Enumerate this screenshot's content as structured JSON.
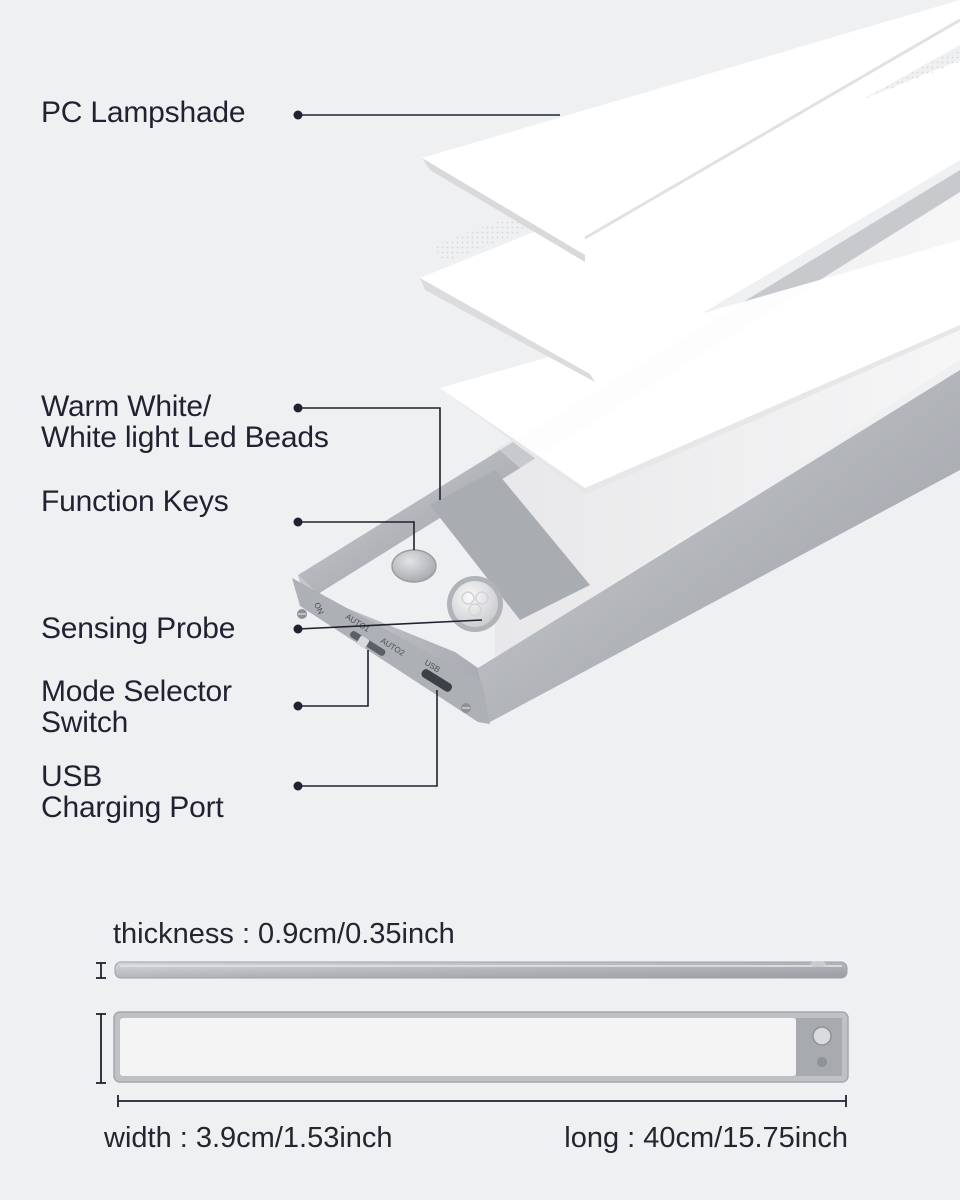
{
  "callouts": {
    "pc_lampshade": "PC Lampshade",
    "led_beads_line1": "Warm White/",
    "led_beads_line2": "White light Led Beads",
    "function_keys": "Function Keys",
    "sensing_probe": "Sensing Probe",
    "mode_selector_line1": "Mode Selector",
    "mode_selector_line2": "Switch",
    "usb_port_line1": "USB",
    "usb_port_line2": "Charging Port"
  },
  "device_markings": {
    "on": "ON",
    "auto1": "AUTO1",
    "auto2": "AUTO2",
    "usb": "USB"
  },
  "dimensions": {
    "thickness": "thickness : 0.9cm/0.35inch",
    "width": "width : 3.9cm/1.53inch",
    "length": "long : 40cm/15.75inch"
  },
  "colors": {
    "background": "#eff0f2",
    "text": "#1f2230",
    "aluminum": "#b9bbc0",
    "diffuser": "#f7f7f8"
  }
}
